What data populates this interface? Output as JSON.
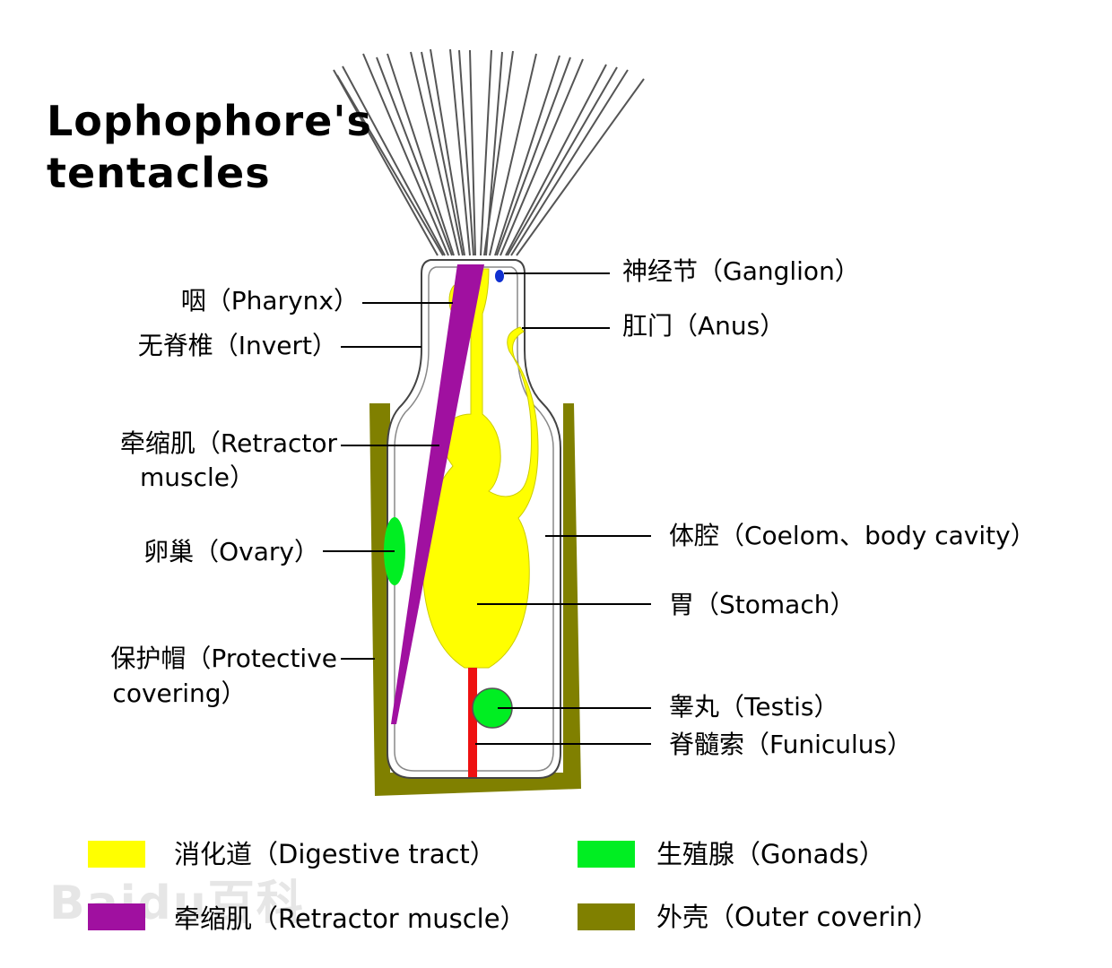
{
  "title": {
    "line1": "Lophophore's",
    "line2": "tentacles"
  },
  "labels": {
    "ganglion": "神经节（Ganglion）",
    "pharynx": "咽（Pharynx）",
    "anus": "肛门（Anus）",
    "invert": "无脊椎（Invert）",
    "retractor_line1": "牵缩肌（Retractor",
    "retractor_line2": "muscle）",
    "coelom": "体腔（Coelom、body cavity）",
    "ovary": "卵巢（Ovary）",
    "stomach": "胃（Stomach）",
    "protective_line1": "保护帽（Protective",
    "protective_line2": "covering）",
    "testis": "睾丸（Testis）",
    "funiculus": "脊髓索（Funiculus）"
  },
  "legend": [
    {
      "label": "消化道（Digestive tract）",
      "color": "#ffff00"
    },
    {
      "label": "生殖腺（Gonads）",
      "color": "#00ee22"
    },
    {
      "label": "牵缩肌（Retractor muscle）",
      "color": "#a010a0"
    },
    {
      "label": "外壳（Outer coverin）",
      "color": "#808000"
    }
  ],
  "colors": {
    "digestive": "#ffff00",
    "gonads": "#00ee22",
    "muscle": "#a010a0",
    "outer": "#808000",
    "funiculus": "#ee1111",
    "ganglion": "#1030d0"
  },
  "watermark": "Baidu百科"
}
